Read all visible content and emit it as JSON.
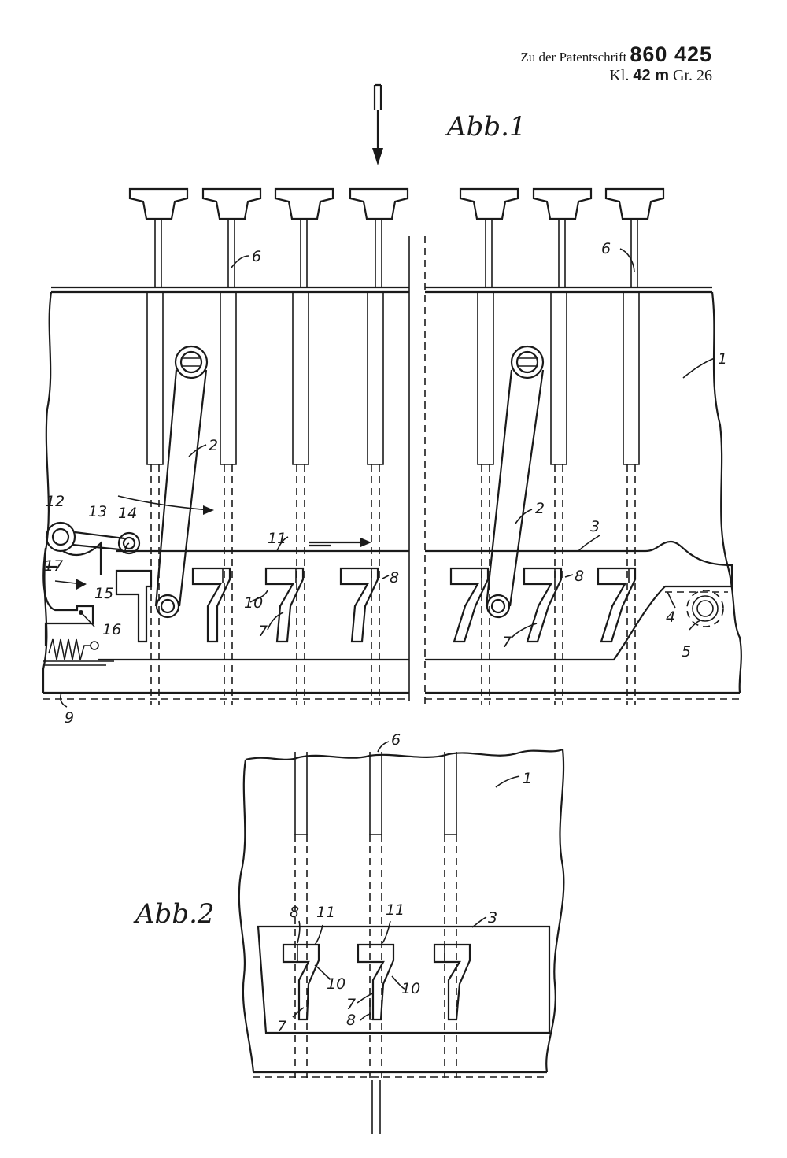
{
  "header": {
    "prefix": "Zu der Patentschrift",
    "number": "860 425",
    "class_prefix": "Kl.",
    "class_value": "42 m",
    "group": "Gr. 26"
  },
  "figures": {
    "fig1_title": "Abb.1",
    "fig2_title": "Abb.2"
  },
  "labels": {
    "n1": "1",
    "n2": "2",
    "n3": "3",
    "n4": "4",
    "n5": "5",
    "n6": "6",
    "n7": "7",
    "n8": "8",
    "n9": "9",
    "n10": "10",
    "n11": "11",
    "n12": "12",
    "n13": "13",
    "n14": "14",
    "n15": "15",
    "n16": "16",
    "n17": "17"
  }
}
